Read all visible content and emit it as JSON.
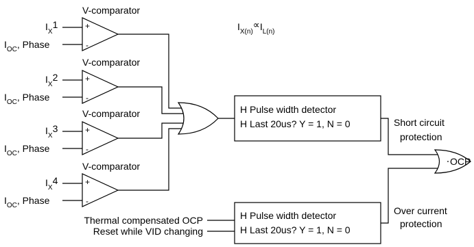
{
  "equation": {
    "i": "I",
    "sub_left": "X(n)",
    "prop": "∝",
    "sub_right": "L(n)"
  },
  "comparators": [
    {
      "title": "V-comparator",
      "input_num": "1"
    },
    {
      "title": "V-comparator",
      "input_num": "2"
    },
    {
      "title": "V-comparator",
      "input_num": "3"
    },
    {
      "title": "V-comparator",
      "input_num": "4"
    }
  ],
  "input_labels": {
    "ix_main": "I",
    "ix_sub": "X",
    "ioc_main": "I",
    "ioc_sub": "OC",
    "phase": ", Phase",
    "plus": "+",
    "minus": "-"
  },
  "detector_top": {
    "line1": "H Pulse width detector",
    "line2": "H Last 20us? Y = 1, N = 0"
  },
  "detector_bottom": {
    "line1": "H Pulse width detector",
    "line2": "H Last 20us? Y = 1, N = 0"
  },
  "side_inputs": {
    "thermal": "Thermal compensated OCP",
    "reset": "Reset while VID changing"
  },
  "outputs": {
    "short_1": "Short circuit",
    "short_2": "protection",
    "over_1": "Over current",
    "over_2": "protection",
    "ocp": "OCP"
  }
}
